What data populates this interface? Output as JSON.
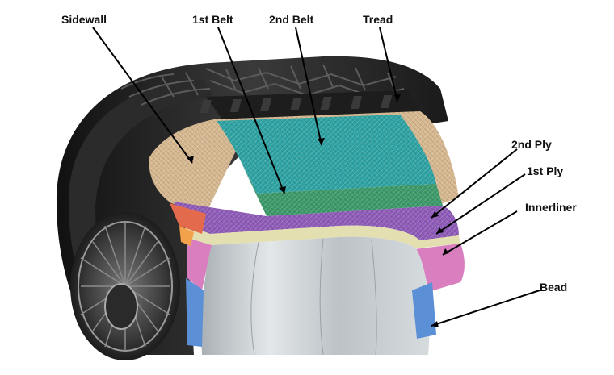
{
  "labels": {
    "sidewall": "Sidewall",
    "belt1": "1st Belt",
    "belt2": "2nd Belt",
    "tread": "Tread",
    "ply2": "2nd Ply",
    "ply1": "1st Ply",
    "innerliner": "Innerliner",
    "bead": "Bead"
  },
  "colors": {
    "tread_rubber": "#1d1d1d",
    "sidewall_layer": "#d6b890",
    "belt_2": "#2fa3a3",
    "belt_1": "#3d9a6a",
    "ply_2": "#8f5bb8",
    "ply_1": "#e4dfb1",
    "innerliner": "#d97fbf",
    "bead": "#5b8fd6",
    "inner_tire": "#c9cfd2",
    "rim": "#4a4a4a"
  }
}
